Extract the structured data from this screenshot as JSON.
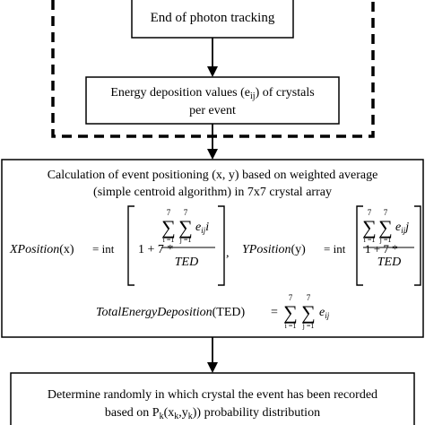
{
  "diagram": {
    "box_end_photon": {
      "text": "End of photon tracking"
    },
    "box_energy": {
      "line1_pre": "Energy deposition values (e",
      "line1_sub": "ij",
      "line1_post": ") of crystals",
      "line2": "per event"
    },
    "box_calc": {
      "line1": "Calculation of event positioning (x, y) based on weighted average",
      "line2": "(simple centroid algorithm) in 7x7 crystal array",
      "x_formula": {
        "lhs": "XPosition",
        "arg": "(x)",
        "eq": "= int",
        "one_plus": "1 + 7 *",
        "upper": "7",
        "lower_i": "i =1",
        "lower_j": "j =1",
        "e": "e",
        "e_sub": "ij",
        "var": "i",
        "denominator": "TED",
        "comma": ","
      },
      "y_formula": {
        "lhs": "YPosition",
        "arg": "(y)",
        "eq": "= int",
        "one_plus": "1 + 7 *",
        "upper": "7",
        "lower_i": "i =1",
        "lower_j": "j =1",
        "e": "e",
        "e_sub": "ij",
        "var": "j",
        "denominator": "TED"
      },
      "ted_formula": {
        "lhs": "TotalEnergyDeposition",
        "arg": "(TED)",
        "eq": "=",
        "upper": "7",
        "lower_i": "i =1",
        "lower_j": "j =1",
        "e": "e",
        "e_sub": "ij"
      }
    },
    "box_determine": {
      "line1": "Determine randomly in which crystal the event has been recorded",
      "line2_pre": "based on P",
      "line2_sub_k": "k",
      "line2_mid": "(x",
      "line2_sub_x": "k",
      "line2_mid2": ",y",
      "line2_sub_y": "k",
      "line2_post": ")) probability distribution"
    }
  }
}
